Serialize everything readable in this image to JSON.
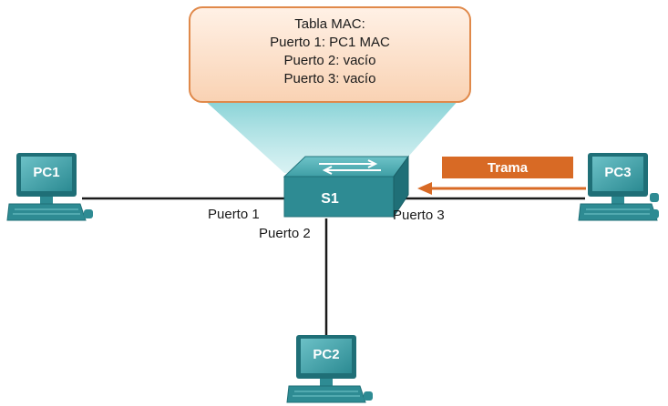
{
  "mac_table": {
    "lines": [
      "Tabla MAC:",
      "Puerto 1: PC1 MAC",
      "Puerto 2: vacío",
      "Puerto 3: vacío"
    ]
  },
  "switch": {
    "label": "S1"
  },
  "ports": {
    "port1": "Puerto 1",
    "port2": "Puerto 2",
    "port3": "Puerto 3"
  },
  "pcs": {
    "pc1": "PC1",
    "pc2": "PC2",
    "pc3": "PC3"
  },
  "frame": {
    "label": "Trama"
  },
  "colors": {
    "callout_fill": "#fde3cf",
    "callout_border": "#e0894a",
    "beam": "#8fd3d6",
    "device_teal": "#2e8b93",
    "device_teal_dark": "#1f6f77",
    "device_teal_light": "#5fb4ba",
    "frame_fill": "#d86a25",
    "cable": "#1a1a1a"
  }
}
